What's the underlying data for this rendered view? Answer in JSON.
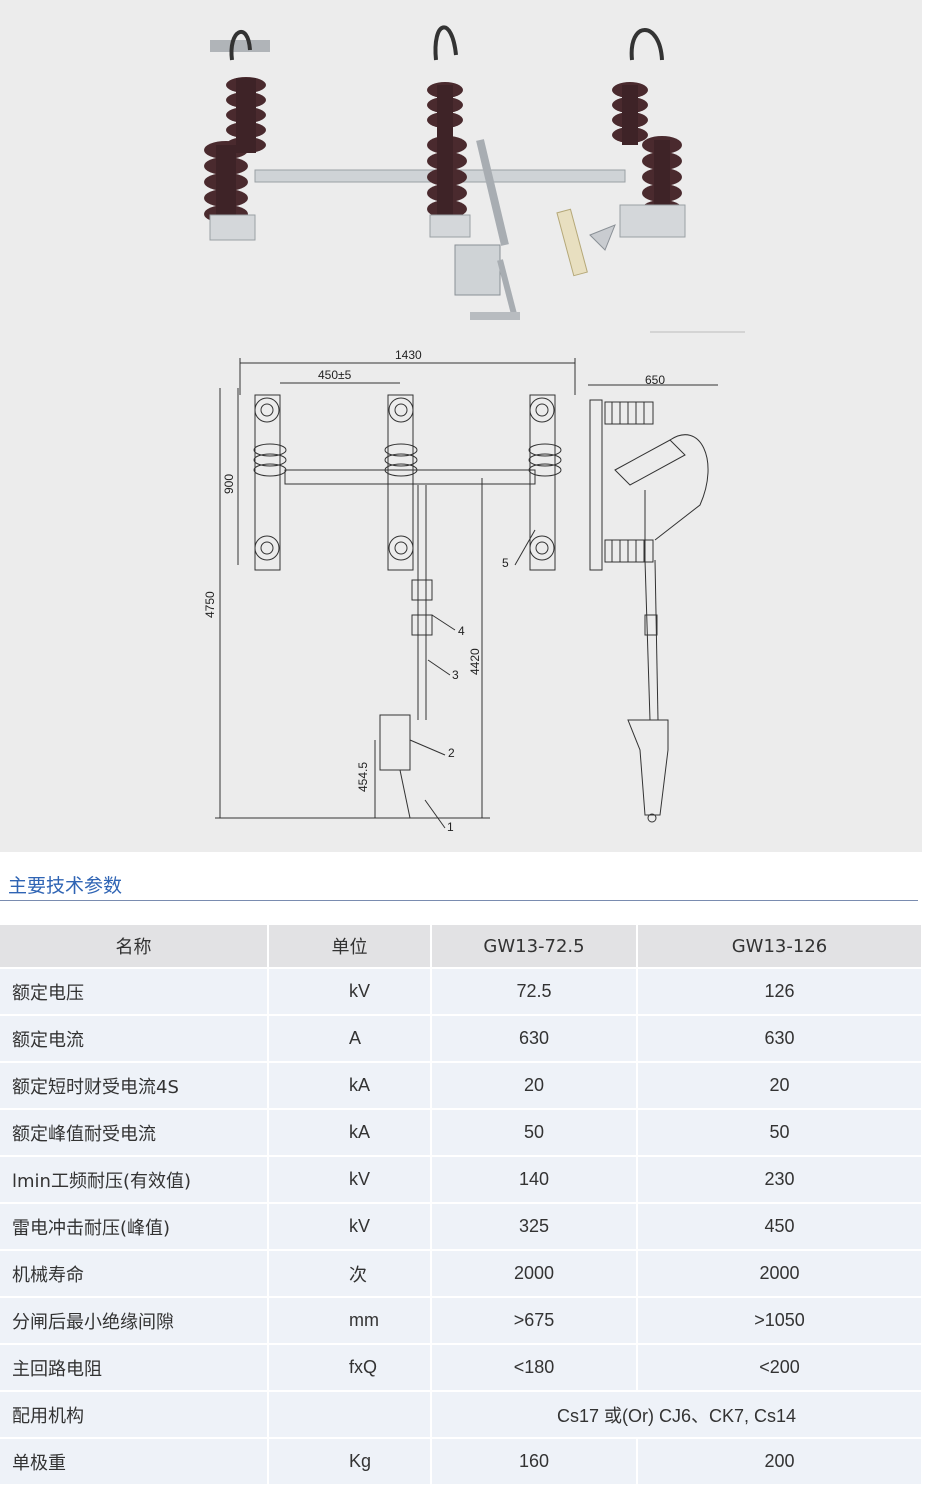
{
  "drawing": {
    "dims": {
      "total_width": "1430",
      "pole_spacing": "450±5",
      "side_width": "650",
      "height_900": "900",
      "height_4750": "4750",
      "height_4420": "4420",
      "height_454": "454.5"
    },
    "callouts": [
      "1",
      "2",
      "3",
      "4",
      "5"
    ]
  },
  "section": {
    "title": "主要技术参数"
  },
  "table": {
    "headers": [
      "名称",
      "单位",
      "GW13-72.5",
      "GW13-126"
    ],
    "rows": [
      {
        "name": "额定电压",
        "unit": "kV",
        "v1": "72.5",
        "v2": "126"
      },
      {
        "name": "额定电流",
        "unit": "A",
        "v1": "630",
        "v2": "630"
      },
      {
        "name": "额定短时财受电流4S",
        "unit": "kA",
        "v1": "20",
        "v2": "20"
      },
      {
        "name": "额定峰值耐受电流",
        "unit": "kA",
        "v1": "50",
        "v2": "50"
      },
      {
        "name": "lmin工频耐压(有效值)",
        "unit": "kV",
        "v1": "140",
        "v2": "230"
      },
      {
        "name": "雷电冲击耐压(峰值)",
        "unit": "kV",
        "v1": "325",
        "v2": "450"
      },
      {
        "name": "机械寿命",
        "unit": "次",
        "v1": "2000",
        "v2": "2000"
      },
      {
        "name": "分闸后最小绝缘间隙",
        "unit": "mm",
        "v1": ">675",
        "v2": ">1050"
      },
      {
        "name": "主回路电阻",
        "unit": "fxQ",
        "v1": "<180",
        "v2": "<200"
      },
      {
        "name": "配用机构",
        "unit": "",
        "span": "Cs17 或(Or) CJ6、CK7, Cs14"
      },
      {
        "name": "单极重",
        "unit": "Kg",
        "v1": "160",
        "v2": "200"
      }
    ]
  }
}
